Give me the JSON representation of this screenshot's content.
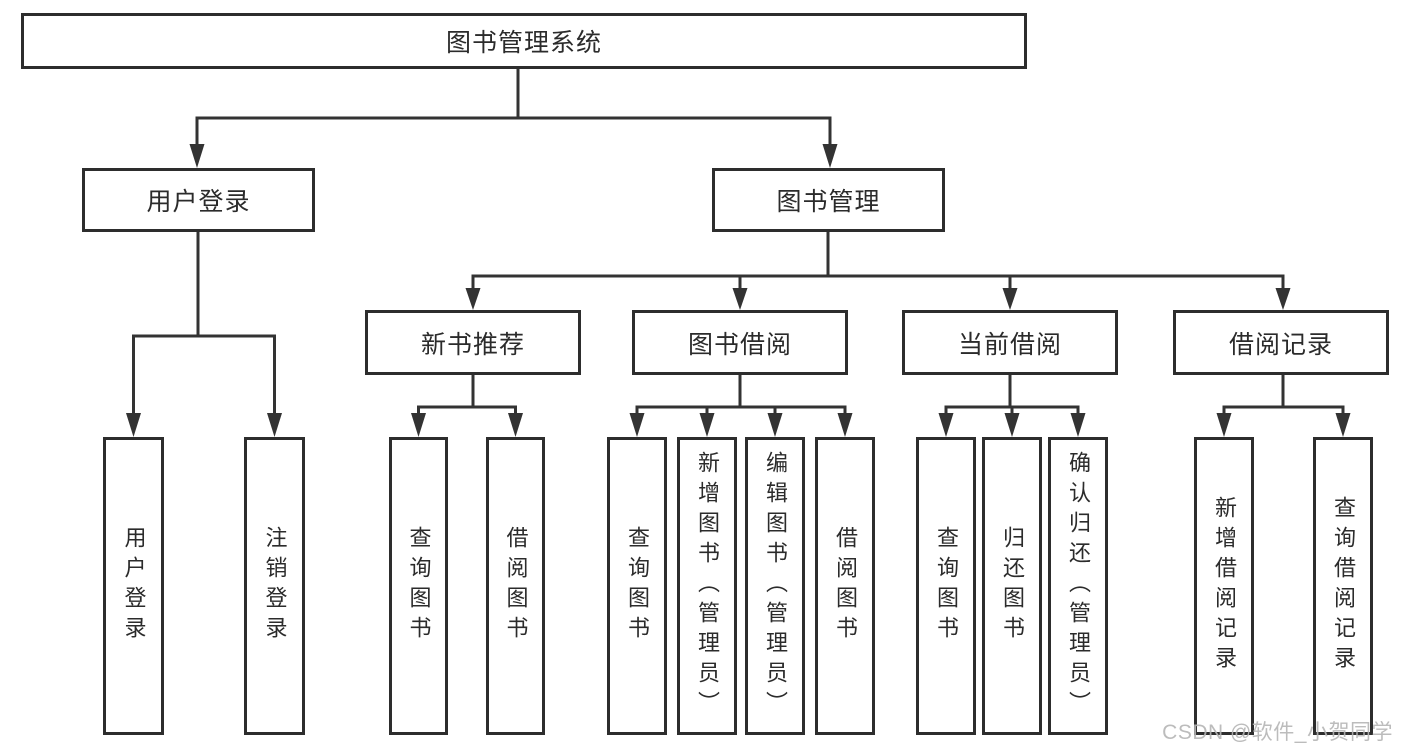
{
  "tree": {
    "root": {
      "label": "图书管理系统"
    },
    "level2": [
      {
        "label": "用户登录"
      },
      {
        "label": "图书管理"
      }
    ],
    "level3": [
      {
        "label": "新书推荐"
      },
      {
        "label": "图书借阅"
      },
      {
        "label": "当前借阅"
      },
      {
        "label": "借阅记录"
      }
    ],
    "leaves": {
      "user": [
        {
          "label": "用户登录"
        },
        {
          "label": "注销登录"
        }
      ],
      "recommend": [
        {
          "label": "查询图书"
        },
        {
          "label": "借阅图书"
        }
      ],
      "borrow": [
        {
          "label": "查询图书"
        },
        {
          "label": "新增图书（管理员）"
        },
        {
          "label": "编辑图书（管理员）"
        },
        {
          "label": "借阅图书"
        }
      ],
      "current": [
        {
          "label": "查询图书"
        },
        {
          "label": "归还图书"
        },
        {
          "label": "确认归还（管理员）"
        }
      ],
      "records": [
        {
          "label": "新增借阅记录"
        },
        {
          "label": "查询借阅记录"
        }
      ]
    }
  },
  "watermark": {
    "text": "CSDN @软件_小贺同学"
  },
  "colors": {
    "line": "#333333",
    "border": "#2d2d2d",
    "text": "#2b2b2b",
    "watermark": "#b5b5b5",
    "bg": "#ffffff"
  }
}
